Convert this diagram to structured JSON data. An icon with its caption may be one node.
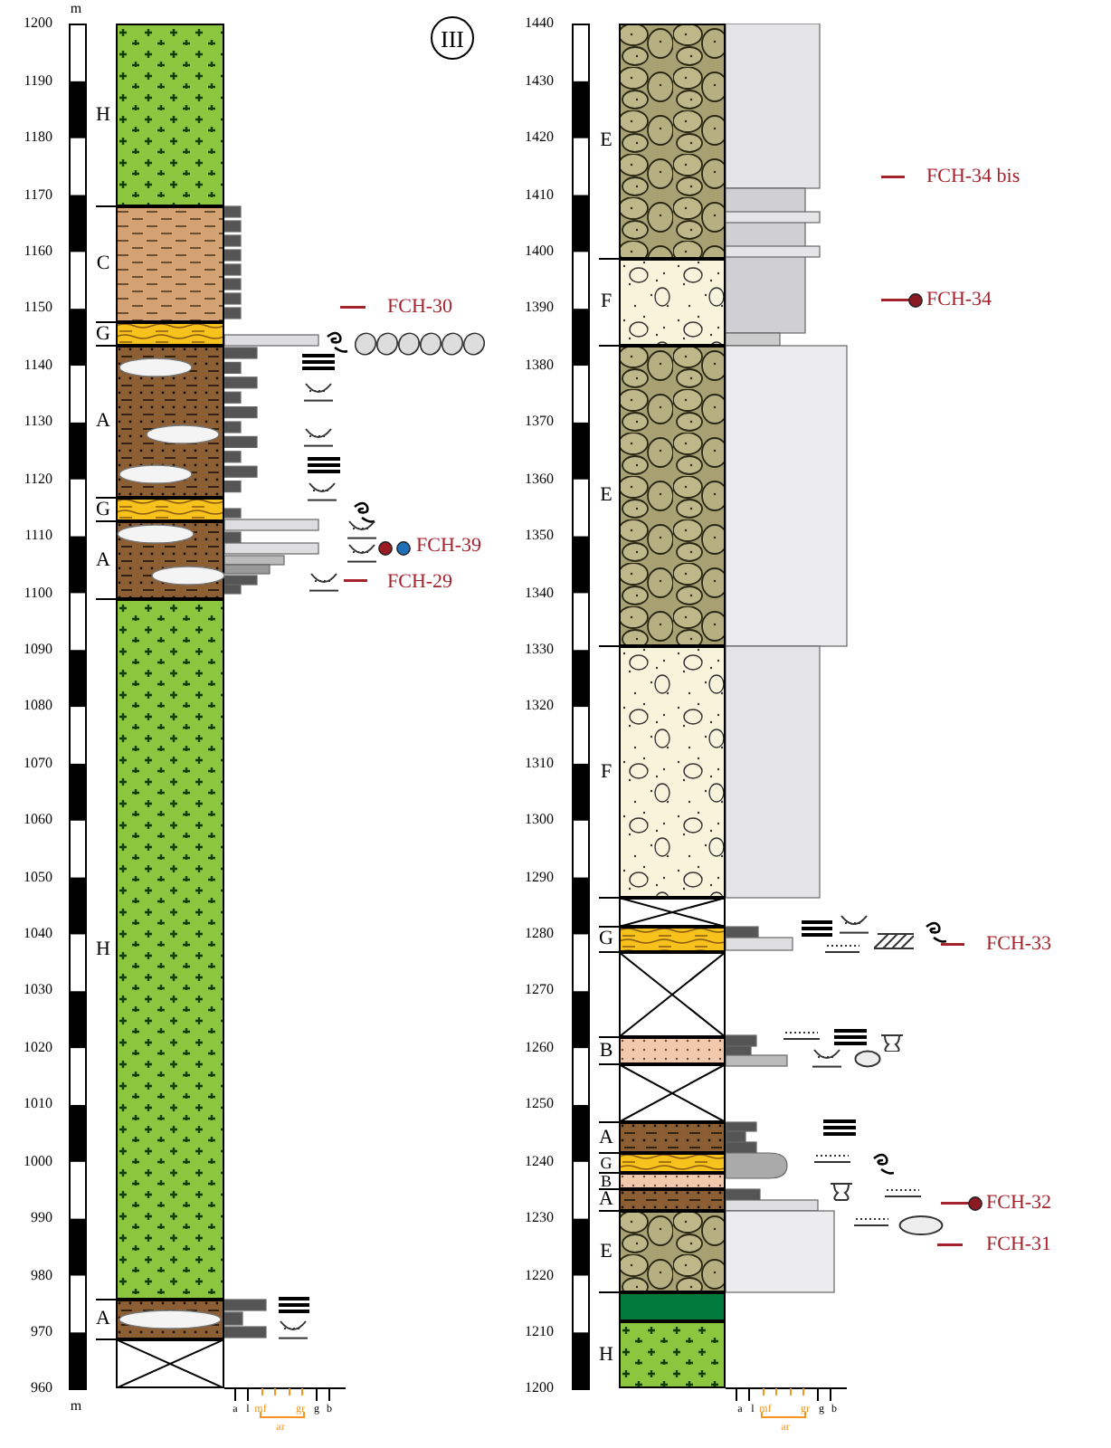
{
  "diagram": {
    "nodes": [
      {
        "text": [
          "III"
        ]
      },
      {
        "text": [
          "H"
        ]
      },
      {
        "text": [
          "C"
        ]
      },
      {
        "text": [
          "G"
        ]
      },
      {
        "text": [
          "A"
        ]
      },
      {
        "text": [
          "G"
        ]
      },
      {
        "text": [
          "A"
        ]
      },
      {
        "text": [
          "H"
        ]
      },
      {
        "text": [
          "A"
        ]
      },
      {
        "text": [],
        "shape": "box"
      },
      {
        "text": [
          "E"
        ]
      },
      {
        "text": [
          "F"
        ]
      },
      {
        "text": [
          "E"
        ]
      },
      {
        "text": [
          "F"
        ]
      },
      {
        "text": [],
        "shape": "box"
      },
      {
        "text": [
          "G"
        ]
      },
      {
        "text": [],
        "shape": "box"
      },
      {
        "text": [
          "B"
        ]
      },
      {
        "text": [],
        "shape": "box"
      },
      {
        "text": [
          "A"
        ]
      },
      {
        "text": [
          "G"
        ]
      },
      {
        "text": [
          "B"
        ]
      },
      {
        "text": [
          "A"
        ]
      },
      {
        "text": [
          "E"
        ]
      },
      {
        "text": [],
        "shape": "box"
      },
      {
        "text": [
          "H"
        ]
      }
    ],
    "labels": [
      "m",
      "1200",
      "1190",
      "1180",
      "1170",
      "1160",
      "1150",
      "1140",
      "1130",
      "1120",
      "1110",
      "1100",
      "1090",
      "1080",
      "1070",
      "1060",
      "1050",
      "1040",
      "1030",
      "1020",
      "1010",
      "1000",
      "990",
      "980",
      "970",
      "960",
      "m",
      "1440",
      "1430",
      "1420",
      "1410",
      "1400",
      "1390",
      "1380",
      "1370",
      "1360",
      "1350",
      "1340",
      "1330",
      "1320",
      "1310",
      "1300",
      "1290",
      "1280",
      "1270",
      "1260",
      "1250",
      "1240",
      "1230",
      "1220",
      "1210",
      "1200",
      "FCH-30",
      "FCH-39",
      "FCH-29",
      "FCH-34 bis",
      "FCH-34",
      "FCH-33",
      "FCH-32",
      "FCH-31",
      "a",
      "l",
      "mf",
      "gr",
      "g",
      "b",
      "ar",
      "a",
      "l",
      "mf",
      "gr",
      "g",
      "b",
      "ar"
    ]
  }
}
